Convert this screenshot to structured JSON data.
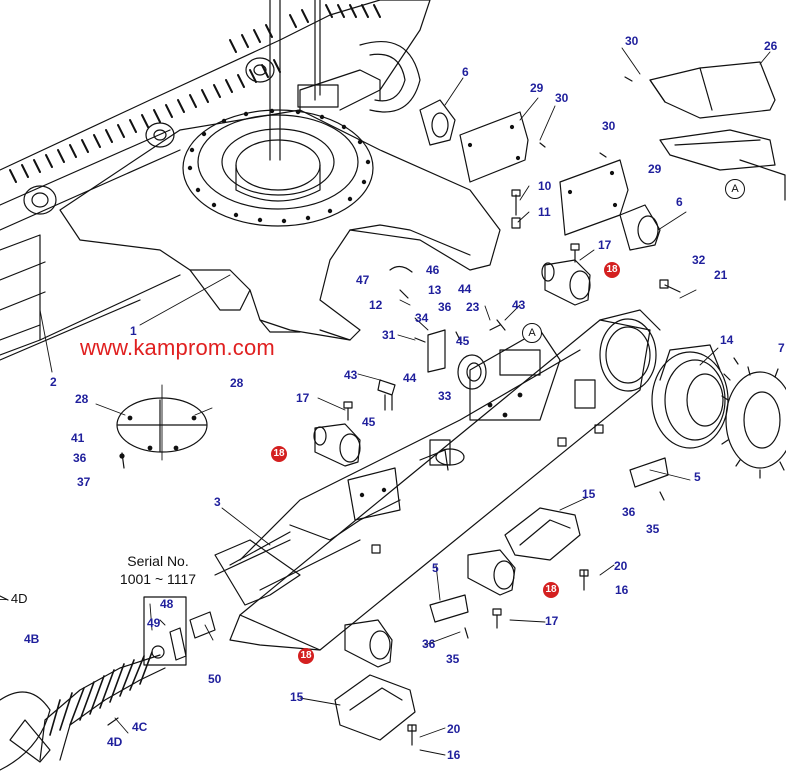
{
  "watermark": "www.kamprom.com",
  "serial": {
    "line1": "Serial No.",
    "line2": "1001 ~ 1117"
  },
  "continuation": "4D",
  "callouts": {
    "c1": "1",
    "c2": "2",
    "c3": "3",
    "c4b": "4B",
    "c4c": "4C",
    "c4d": "4D",
    "c5a": "5",
    "c5b": "5",
    "c6a": "6",
    "c6b": "6",
    "c7": "7",
    "c10": "10",
    "c11": "11",
    "c12": "12",
    "c13": "13",
    "c14": "14",
    "c15a": "15",
    "c15b": "15",
    "c16a": "16",
    "c16b": "16",
    "c17a": "17",
    "c17b": "17",
    "c17c": "17",
    "c20a": "20",
    "c20b": "20",
    "c21": "21",
    "c23": "23",
    "c26": "26",
    "c28a": "28",
    "c28b": "28",
    "c29a": "29",
    "c29b": "29",
    "c30a": "30",
    "c30b": "30",
    "c30c": "30",
    "c31": "31",
    "c32": "32",
    "c33": "33",
    "c34": "34",
    "c35a": "35",
    "c35b": "35",
    "c36a": "36",
    "c36b": "36",
    "c36c": "36",
    "c36d": "36",
    "c37": "37",
    "c41": "41",
    "c43a": "43",
    "c43b": "43",
    "c44a": "44",
    "c44b": "44",
    "c45a": "45",
    "c45b": "45",
    "c46": "46",
    "c47": "47",
    "c48": "48",
    "c49": "49",
    "c50": "50"
  },
  "red_badges": {
    "r1": "18",
    "r2": "18",
    "r3": "18",
    "r4": "18"
  },
  "section_refs": {
    "a1": "A",
    "a2": "A"
  },
  "colors": {
    "callout": "#1f1f9c",
    "badge": "#d42020",
    "watermark": "#e02020",
    "line": "#111111"
  }
}
